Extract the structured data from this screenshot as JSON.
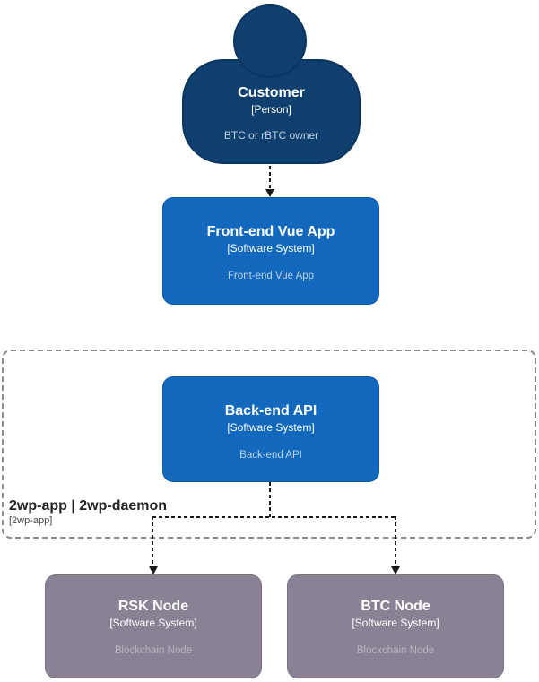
{
  "colors": {
    "canvas_bg": "#ffffff",
    "person_fill": "#0f3f6f",
    "person_border": "#0a355e",
    "system_fill": "#1168bd",
    "system_border": "#0e5aa7",
    "external_fill": "#8a8294",
    "external_border": "#7b7489",
    "desc_on_navy": "#bfd0e2",
    "desc_on_blue": "#bdd5ec",
    "desc_on_gray": "#bab3c4",
    "arrow": "#1a1a1a",
    "boundary_border": "#8a8a8a",
    "boundary_title_text": "#222222",
    "boundary_subtitle_text": "#444444"
  },
  "nodes": {
    "customer": {
      "title": "Customer",
      "type": "[Person]",
      "description": "BTC or rBTC owner"
    },
    "frontend": {
      "title": "Front-end Vue App",
      "type": "[Software System]",
      "description": "Front-end Vue App"
    },
    "backend": {
      "title": "Back-end API",
      "type": "[Software System]",
      "description": "Back-end API"
    },
    "rsk": {
      "title": "RSK Node",
      "type": "[Software System]",
      "description": "Blockchain Node"
    },
    "btc": {
      "title": "BTC Node",
      "type": "[Software System]",
      "description": "Blockchain Node"
    }
  },
  "boundary": {
    "title": "2wp-app | 2wp-daemon",
    "subtitle": "[2wp-app]"
  }
}
